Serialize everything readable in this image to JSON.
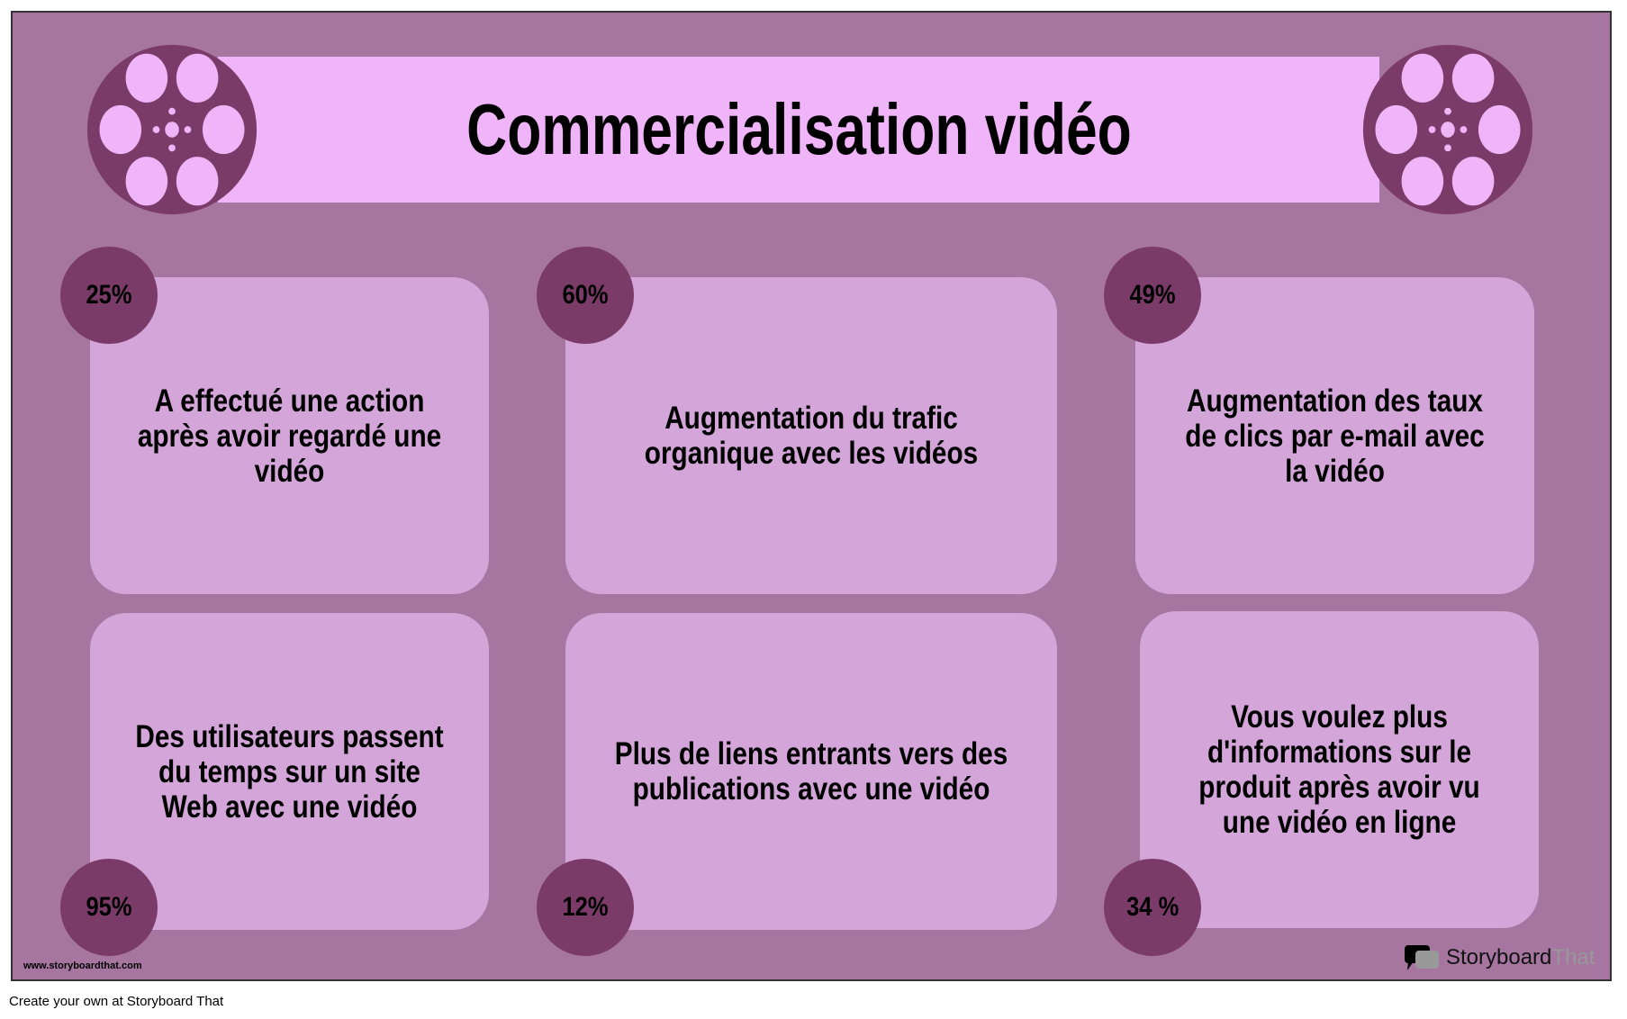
{
  "title": "Commercialisation vidéo",
  "stats": [
    {
      "value": "25%",
      "text": "A effectué une action après avoir regardé une vidéo"
    },
    {
      "value": "60%",
      "text": "Augmentation du trafic organique avec les vidéos"
    },
    {
      "value": "49%",
      "text": "Augmentation des taux de clics par e-mail avec la vidéo"
    },
    {
      "value": "95%",
      "text": "Des utilisateurs passent du temps sur un site Web avec une vidéo"
    },
    {
      "value": "12%",
      "text": "Plus de liens entrants vers des publications avec une vidéo"
    },
    {
      "value": "34 %",
      "text": "Vous voulez plus d'informations sur le produit après avoir vu une vidéo en ligne"
    }
  ],
  "watermark": "www.storyboardthat.com",
  "logo": {
    "part1": "Storyboard",
    "part2": "That"
  },
  "footer": "Create your own at Storyboard That",
  "colors": {
    "background": "#a676a0",
    "banner": "#f0b4f8",
    "card": "#d3a5d9",
    "accent": "#7b3b69"
  }
}
